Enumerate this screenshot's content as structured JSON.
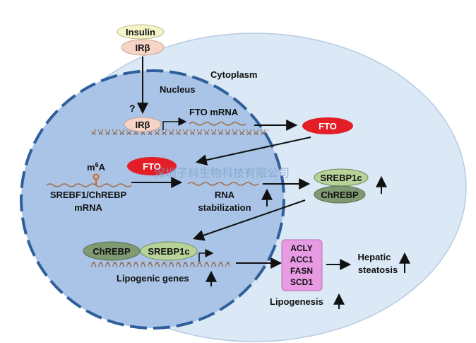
{
  "labels": {
    "insulin": "Insulin",
    "ir_beta_top": "IRβ",
    "cytoplasm": "Cytoplasm",
    "nucleus": "Nucleus",
    "question": "?",
    "ir_beta_nucleus": "IRβ",
    "fto_mrna": "FTO  mRNA",
    "fto_cytoplasm": "FTO",
    "m6a_base": "m",
    "m6a_sup": "6",
    "m6a_tail": "A",
    "fto_nucleus": "FTO",
    "srebf1_chrebp": "SREBF1/ChREBP",
    "mrna": "mRNA",
    "rna": "RNA",
    "stabilization": "stabilization",
    "srebp1c_cyto": "SREBP1c",
    "chrebp_cyto": "ChREBP",
    "chrebp_nucleus": "ChREBP",
    "srebp1c_nucleus": "SREBP1c",
    "lipogenic_genes": "Lipogenic genes",
    "enzymes": [
      "ACLY",
      "ACC1",
      "FASN",
      "SCD1"
    ],
    "hepatic": "Hepatic",
    "steatosis": "steatosis",
    "lipogenesis": "Lipogenesis"
  },
  "watermark": "深圳子科生物科技有限公司",
  "colors": {
    "cell": "#dbe8f5",
    "nucleus": "#a9c4e6",
    "nucleus_border": "#2f5f9b",
    "fto_red": "#e41e26",
    "green_oval": "#b8d39a",
    "dark_green_oval": "#7f9a73",
    "enzyme_box": "#e89be3",
    "insulin_oval": "#f5f5c8",
    "ir_oval": "#f6d5c6",
    "dna": "#a4714f"
  }
}
